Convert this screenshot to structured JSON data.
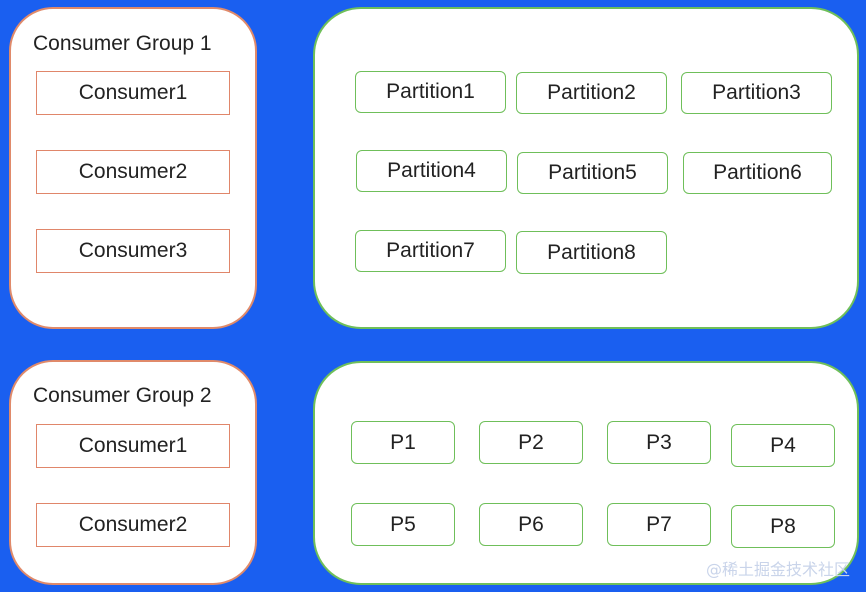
{
  "group1": {
    "title": "Consumer Group 1",
    "consumers": [
      "Consumer1",
      "Consumer2",
      "Consumer3"
    ]
  },
  "group2": {
    "title": "Consumer Group 2",
    "consumers": [
      "Consumer1",
      "Consumer2"
    ]
  },
  "partitions1": [
    "Partition1",
    "Partition2",
    "Partition3",
    "Partition4",
    "Partition5",
    "Partition6",
    "Partition7",
    "Partition8"
  ],
  "partitions2": [
    "P1",
    "P2",
    "P3",
    "P4",
    "P5",
    "P6",
    "P7",
    "P8"
  ],
  "watermark": "@稀土掘金技术社区",
  "colors": {
    "background": "#1a5ff0",
    "consumer_border": "#e0866a",
    "partition_border": "#6fbf5a"
  }
}
